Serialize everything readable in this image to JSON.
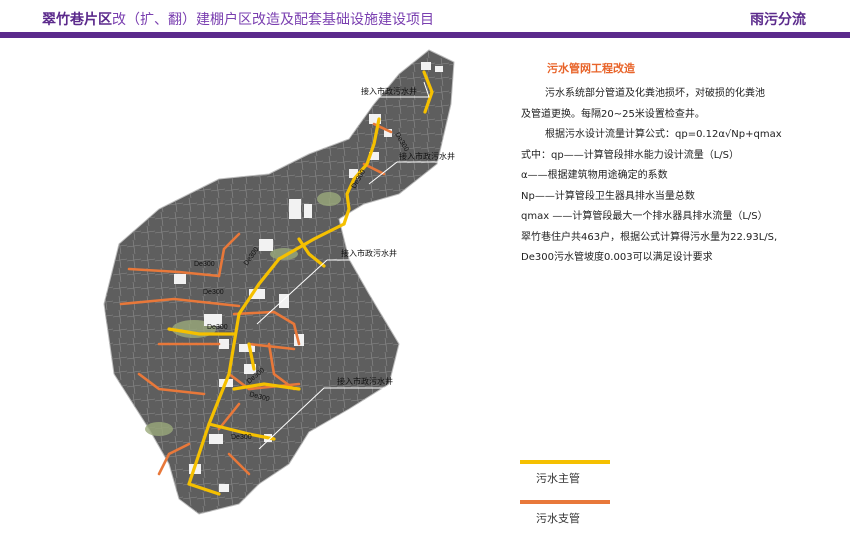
{
  "header": {
    "title_strong": "翠竹巷片区",
    "title_rest": "改（扩、翻）建棚户区改造及配套基础设施建设项目",
    "section": "雨污分流"
  },
  "map": {
    "labels": {
      "connect1": "接入市政污水井",
      "connect2": "接入市政污水井",
      "connect3": "接入市政污水井",
      "connect4": "接入市政污水井",
      "pipe1": "De300",
      "pipe2": "De300",
      "pipe3": "De300",
      "pipe4": "De300",
      "pipe5": "De300",
      "pipe6": "De300",
      "pipe7": "De300",
      "pipe8": "De300",
      "pipe9": "De300"
    }
  },
  "text": {
    "heading": "污水管网工程改造",
    "p1_line1": "污水系统部分管道及化粪池损坏，对破损的化粪池",
    "p1_line2": "及管道更换。每隔20~25米设置检查井。",
    "formula_intro": "根据污水设计流量计算公式：",
    "formula": "qp=0.12α√Np+qmax",
    "def_q": "式中：qp——计算管段排水能力设计流量（L/S）",
    "def_a": "α——根据建筑物用途确定的系数",
    "def_np": "Np——计算管段卫生器具排水当量总数",
    "def_qmax": "qmax ——计算管段最大一个排水器具排水流量（L/S）",
    "result1": "翠竹巷住户共463户，根据公式计算得污水量为22.93L/S,",
    "result2": "De300污水管坡度0.003可以满足设计要求"
  },
  "legend": {
    "main_label": "污水主管",
    "main_color": "#f5c000",
    "branch_label": "污水支管",
    "branch_color": "#e8783a"
  },
  "colors": {
    "brand": "#5b2a8c",
    "accent": "#e8642a"
  }
}
